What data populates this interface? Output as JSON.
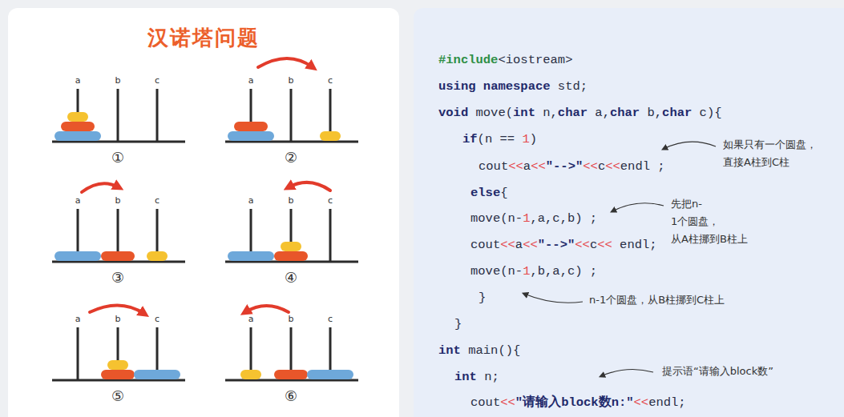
{
  "diagram": {
    "title": "汉诺塔问题",
    "nodes": [
      {
        "text": [
          "#include<iostream>",
          "using namespace std;",
          "void move(int n,char a,char b,char c){",
          "if(n == 1)",
          "cout<<a<<\"-->\"<<c<<endl ;",
          "else{",
          "move(n-1,a,c,b) ;",
          "cout<<a<<\"-->\"<<c<< endl;",
          "move(n-1,b,a,c) ;",
          "}",
          "}",
          "int main(){",
          "int n;",
          "cout<<\"请输入block数n:\"<<endl;"
        ]
      }
    ],
    "labels": [
      "a",
      "b",
      "c",
      "①",
      "a",
      "b",
      "c",
      "②",
      "a",
      "b",
      "c",
      "③",
      "a",
      "b",
      "c",
      "④",
      "a",
      "b",
      "c",
      "⑤",
      "a",
      "b",
      "c",
      "⑥",
      "如果只有一个圆盘， 直接A柱到C柱",
      "先把n-1个圆盘， 从A柱挪到B柱上",
      "n-1个圆盘，从B柱挪到C柱上",
      "提示语“请输入block数”"
    ]
  }
}
